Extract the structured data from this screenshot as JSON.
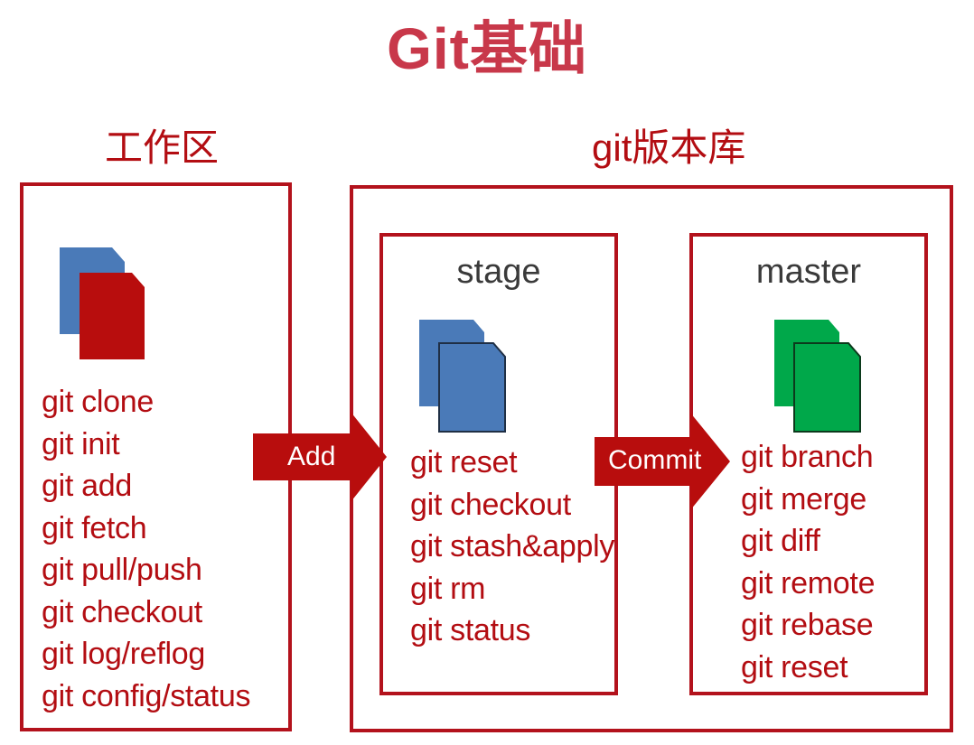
{
  "title": "Git基础",
  "workspace": {
    "heading": "工作区",
    "icon": "document-stack-icon",
    "commands": [
      "git clone",
      "git init",
      "git add",
      "git fetch",
      "git pull/push",
      "git checkout",
      "git log/reflog",
      "git config/status"
    ]
  },
  "repository": {
    "heading": "git版本库",
    "stage": {
      "heading": "stage",
      "icon": "document-stack-icon",
      "commands": [
        "git reset",
        "git checkout",
        "git stash&apply",
        "git rm",
        "git status"
      ]
    },
    "master": {
      "heading": "master",
      "icon": "document-stack-icon",
      "commands": [
        "git branch",
        "git merge",
        "git diff",
        "git remote",
        "git rebase",
        "git reset"
      ]
    }
  },
  "arrows": {
    "add": "Add",
    "commit": "Commit"
  },
  "colors": {
    "title": "#c8384a",
    "accent_red": "#b3121c",
    "doc_blue": "#4a7ab8",
    "doc_red": "#b80d0d",
    "doc_green": "#00a84a"
  }
}
